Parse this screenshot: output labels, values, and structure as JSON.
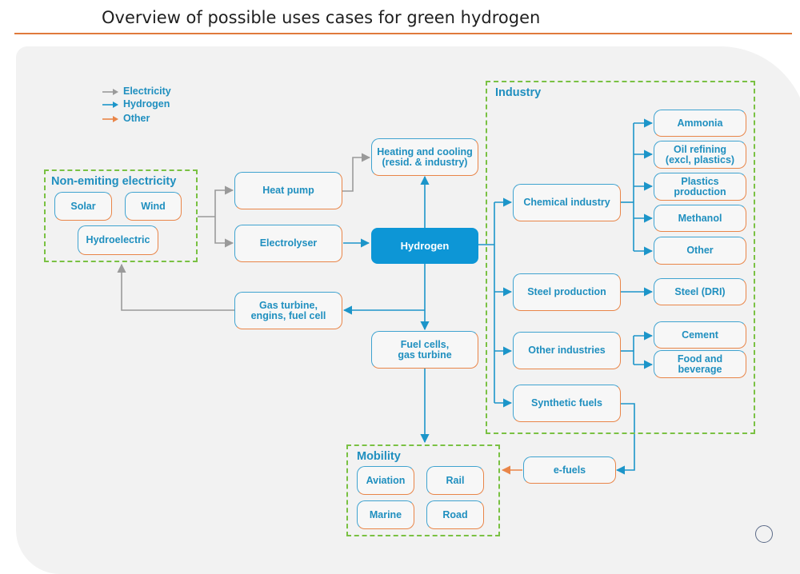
{
  "title": "Overview of possible uses cases for green hydrogen",
  "legend": {
    "electricity": {
      "label": "Electricity",
      "color": "#9a9a9a"
    },
    "hydrogen": {
      "label": "Hydrogen",
      "color": "#1c95c9"
    },
    "other": {
      "label": "Other",
      "color": "#e98548"
    }
  },
  "groups": {
    "electricity": {
      "label": "Non-emiting electricity"
    },
    "industry": {
      "label": "Industry"
    },
    "mobility": {
      "label": "Mobility"
    }
  },
  "nodes": {
    "solar": "Solar",
    "wind": "Wind",
    "hydroelectric": "Hydroelectric",
    "heat_pump": "Heat pump",
    "electrolyser": "Electrolyser",
    "gas_turbine": "Gas turbine,\nengins, fuel cell",
    "heating_cooling": "Heating and cooling\n(resid. & industry)",
    "hydrogen": "Hydrogen",
    "fuel_cells": "Fuel cells,\ngas turbine",
    "chemical_industry": "Chemical industry",
    "steel_production": "Steel production",
    "other_industries": "Other industries",
    "synthetic_fuels": "Synthetic fuels",
    "ammonia": "Ammonia",
    "oil_refining": "Oil refining\n(excl, plastics)",
    "plastics": "Plastics\nproduction",
    "methanol": "Methanol",
    "other": "Other",
    "steel_dri": "Steel (DRI)",
    "cement": "Cement",
    "food_beverage": "Food and\nbeverage",
    "e_fuels": "e-fuels",
    "aviation": "Aviation",
    "rail": "Rail",
    "marine": "Marine",
    "road": "Road"
  }
}
